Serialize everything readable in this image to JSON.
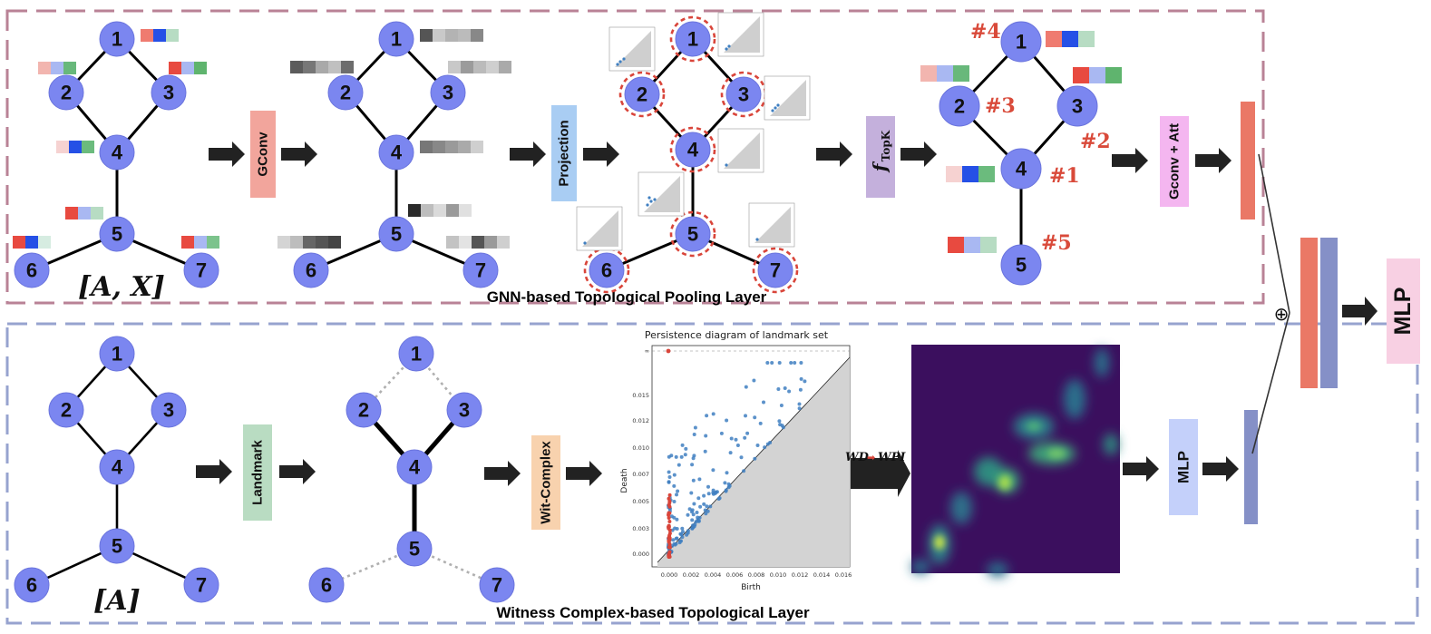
{
  "sections": {
    "pooling_title": "GNN-based Topological Pooling Layer",
    "witness_title": "Witness Complex-based Topological Layer"
  },
  "inputs": {
    "pooling_input": "[A, X]",
    "witness_input": "[A]"
  },
  "operators": {
    "gconv": "GConv",
    "projection": "Projection",
    "topk": "f",
    "topk_sub": "TopK",
    "gconv_att": "Gconv + Att",
    "landmark": "Landmark",
    "wit_complex": "Wit-Complex",
    "wd_wpi_left": "WD",
    "wd_wpi_right": "WPI",
    "mlp_small": "MLP",
    "mlp_final": "MLP",
    "concat_symbol": "⊕"
  },
  "node_labels": [
    "1",
    "2",
    "3",
    "4",
    "5",
    "6",
    "7"
  ],
  "topk_nodes": [
    "1",
    "2",
    "3",
    "4",
    "5"
  ],
  "ranks": {
    "node1": "#4",
    "node2": "#3",
    "node3": "#2",
    "node4": "#1",
    "node5": "#5"
  },
  "persistence_plot": {
    "title": "Persistence diagram of landmark set",
    "xlabel": "Birth",
    "ylabel": "Death",
    "inf_label": "∞",
    "x_ticks": [
      "0.000",
      "0.002",
      "0.004",
      "0.006",
      "0.008",
      "0.010",
      "0.012",
      "0.014",
      "0.016"
    ],
    "y_ticks": [
      "0.000",
      "0.003",
      "0.005",
      "0.007",
      "0.010",
      "0.012",
      "0.015"
    ],
    "colors": {
      "h0": "#d9453a",
      "h1": "#3f7fc1"
    }
  },
  "colors": {
    "pooling_border": "#b98296",
    "witness_border": "#97a3cf",
    "node_fill": "#7b86f0",
    "gconv_box": "#f2a59c",
    "projection_box": "#a9cdf3",
    "topk_box": "#c4b0dc",
    "gconv_att_box": "#f4b6f0",
    "landmark_box": "#b9dcc2",
    "wit_complex_box": "#f8d2ae",
    "mlp_box": "#c4d0fa",
    "mlp_final_box": "#f8d0e3",
    "vec_red": "#ea7866",
    "vec_blue": "#8590c7"
  }
}
